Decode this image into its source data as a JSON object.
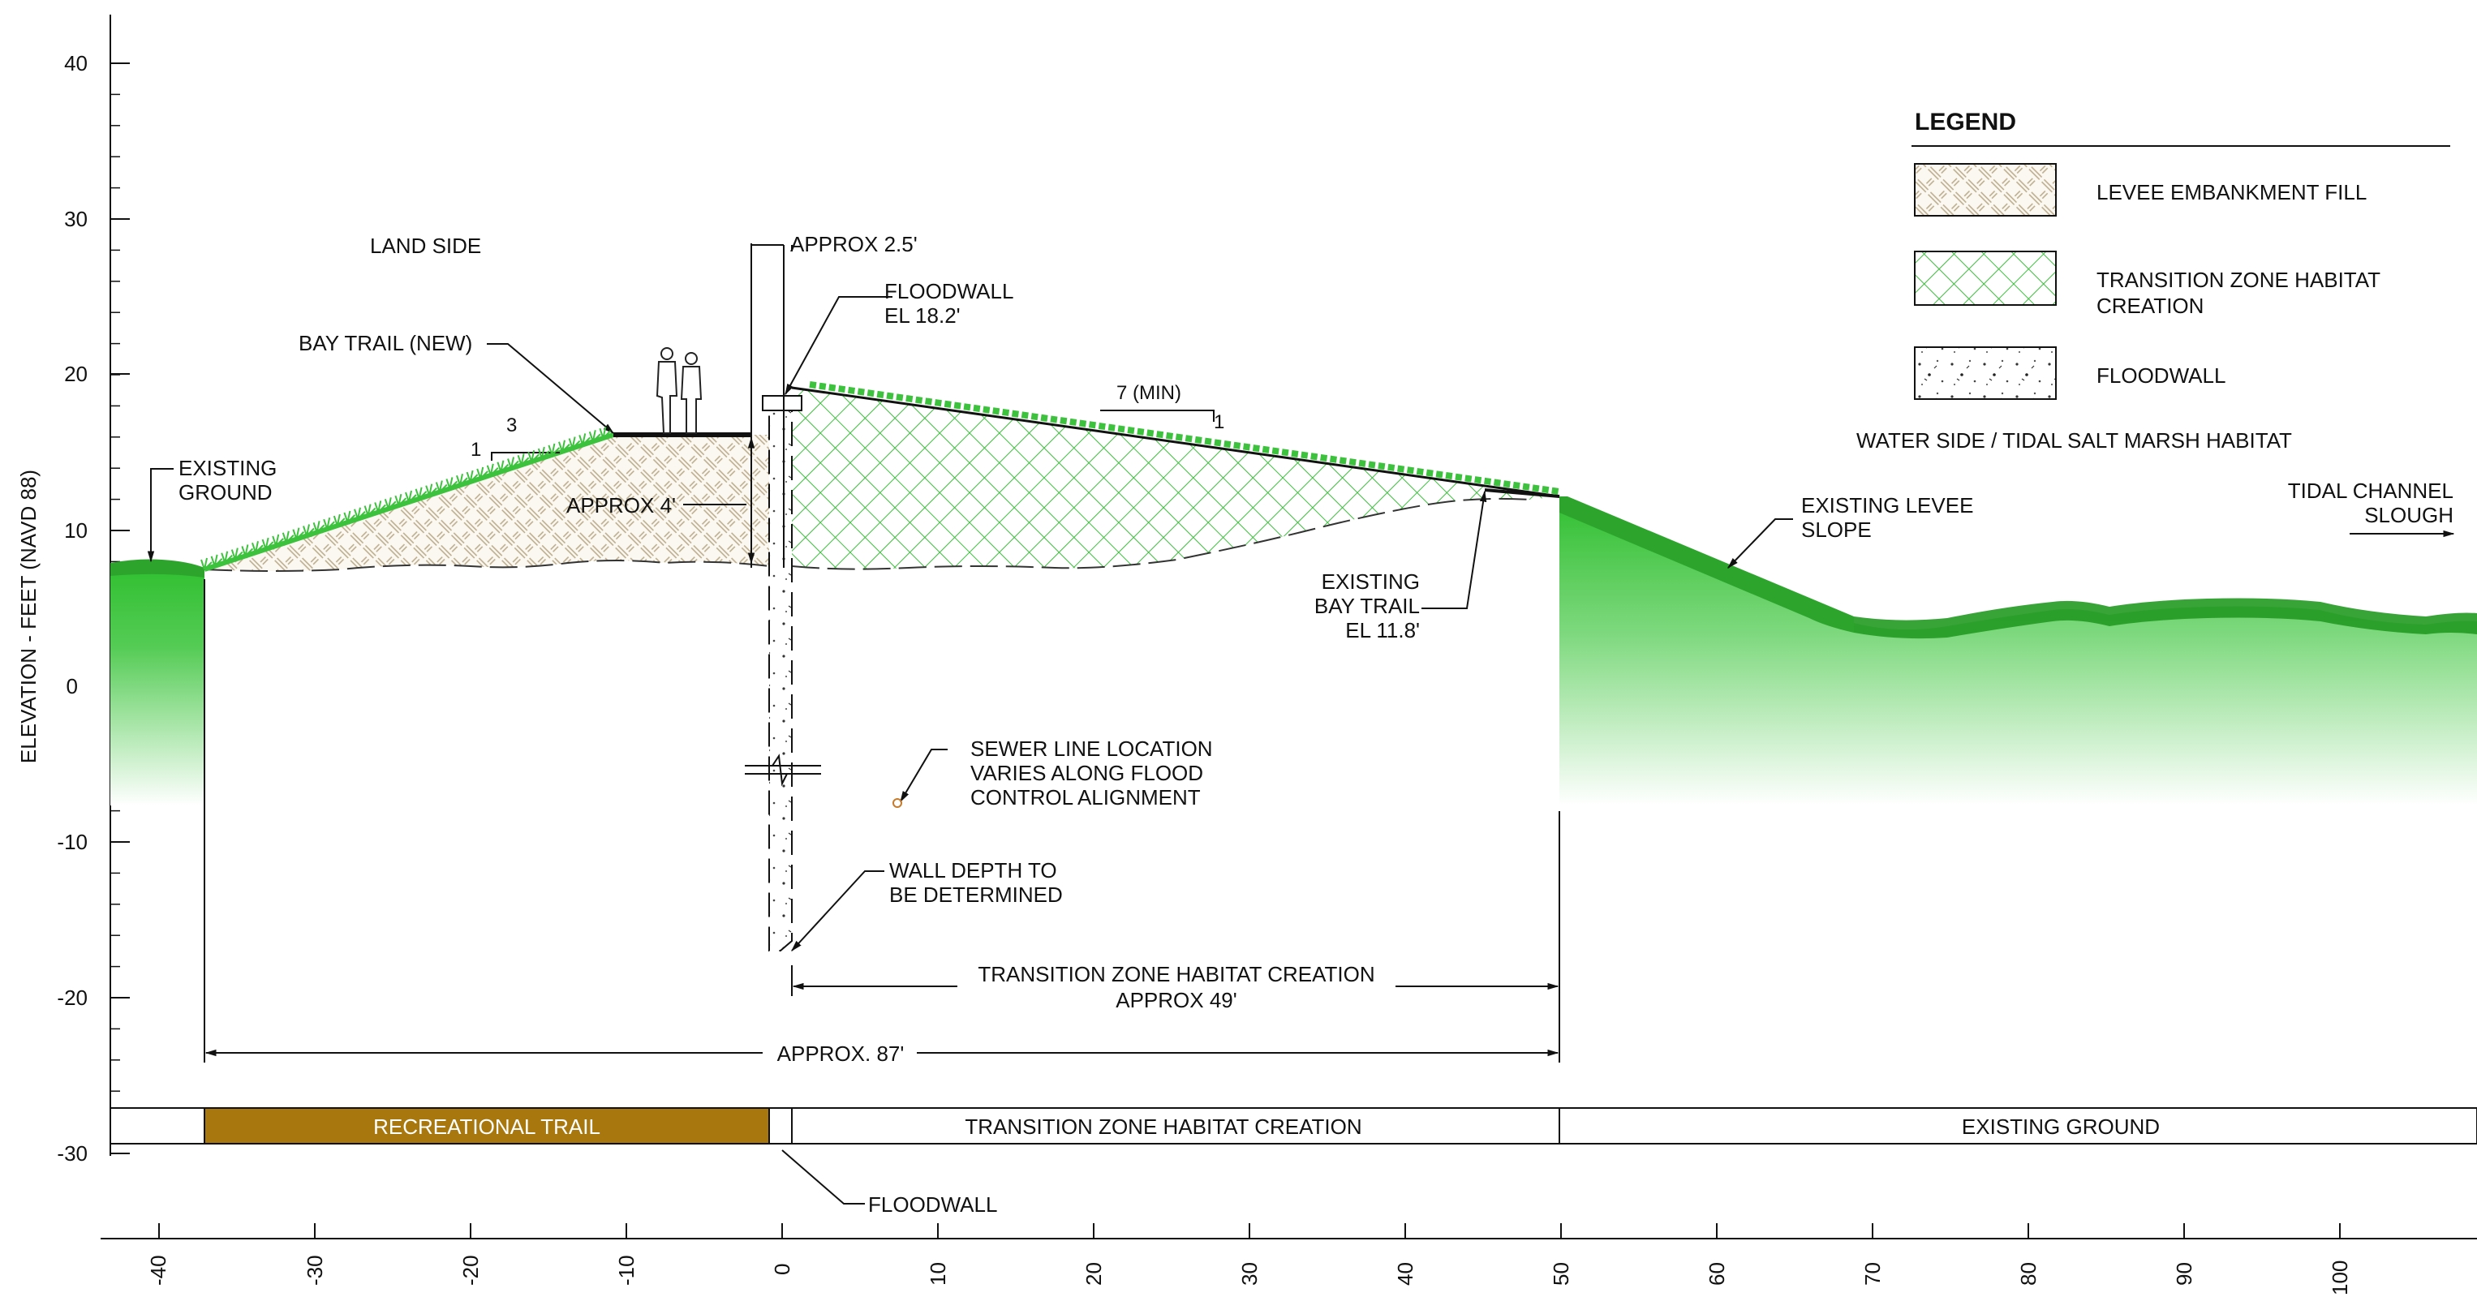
{
  "axis": {
    "y_label": "ELEVATION - FEET (NAVD 88)",
    "y_ticks": [
      "40",
      "30",
      "20",
      "10",
      "0",
      "-10",
      "-20",
      "-30"
    ],
    "x_ticks": [
      "-40",
      "-30",
      "-20",
      "-10",
      "0",
      "10",
      "20",
      "30",
      "40",
      "50",
      "60",
      "70",
      "80",
      "90",
      "100"
    ]
  },
  "labels": {
    "land_side": "LAND SIDE",
    "bay_trail_new": "BAY TRAIL (NEW)",
    "existing_ground_1": "EXISTING",
    "existing_ground_2": "GROUND",
    "slope_left_1": "1",
    "slope_left_3": "3",
    "approx_4": "APPROX 4'",
    "approx_25": "APPROX 2.5'",
    "floodwall_1": "FLOODWALL",
    "floodwall_2": "EL 18.2'",
    "slope_right_7": "7 (MIN)",
    "slope_right_1": "1",
    "existing_bay_trail_1": "EXISTING",
    "existing_bay_trail_2": "BAY TRAIL",
    "existing_bay_trail_3": "EL 11.8'",
    "existing_levee_1": "EXISTING LEVEE",
    "existing_levee_2": "SLOPE",
    "water_side": "WATER SIDE / TIDAL SALT MARSH HABITAT",
    "tidal_channel_1": "TIDAL CHANNEL",
    "tidal_channel_2": "SLOUGH",
    "sewer_1": "SEWER LINE LOCATION",
    "sewer_2": "VARIES ALONG FLOOD",
    "sewer_3": "CONTROL ALIGNMENT",
    "wall_depth_1": "WALL DEPTH TO",
    "wall_depth_2": "BE DETERMINED",
    "tz_dim_1": "TRANSITION ZONE HABITAT CREATION",
    "tz_dim_2": "APPROX 49'",
    "approx_87": "APPROX. 87'",
    "floodwall_bottom": "FLOODWALL"
  },
  "strip": {
    "recreational_trail": "RECREATIONAL TRAIL",
    "transition_zone": "TRANSITION ZONE HABITAT CREATION",
    "existing_ground": "EXISTING GROUND"
  },
  "legend": {
    "title": "LEGEND",
    "items": [
      {
        "line1": "LEVEE EMBANKMENT FILL",
        "line2": ""
      },
      {
        "line1": "TRANSITION ZONE HABITAT",
        "line2": "CREATION"
      },
      {
        "line1": "FLOODWALL",
        "line2": ""
      }
    ]
  },
  "colors": {
    "grass": "#3cc23c",
    "trail": "#a8780e",
    "fill_tan": "#b9a988",
    "hatch_green": "#3bbf3b"
  }
}
